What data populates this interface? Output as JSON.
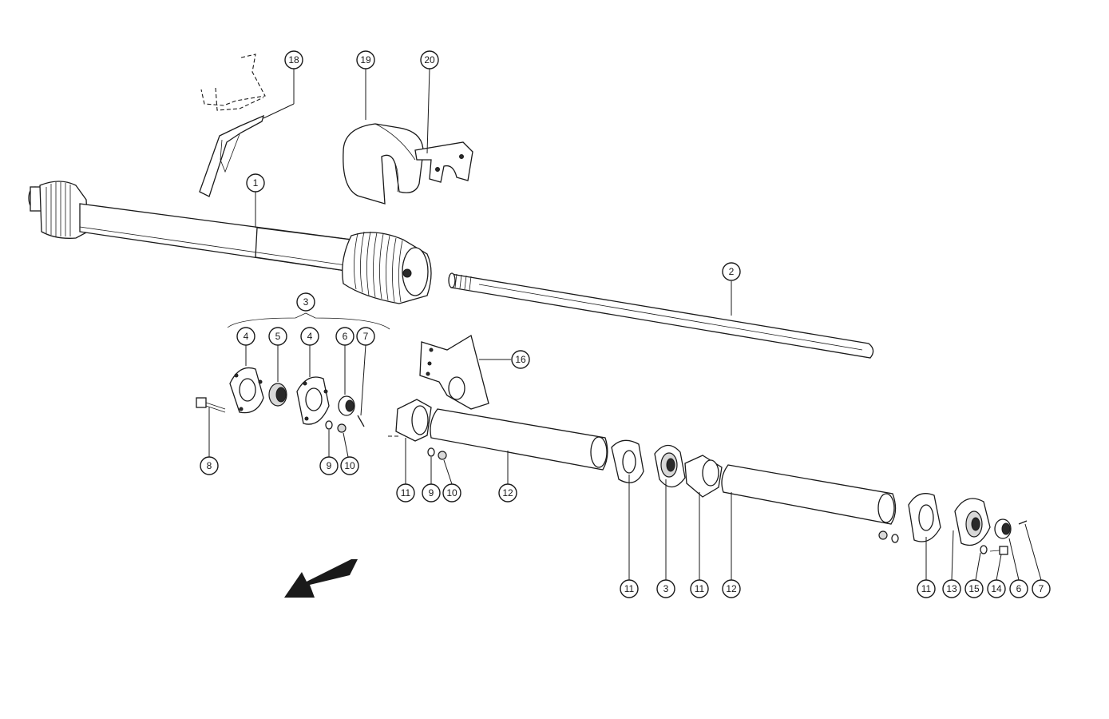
{
  "diagram": {
    "callouts": {
      "c1": "1",
      "c2": "2",
      "c3a": "3",
      "c3b": "3",
      "c4a": "4",
      "c4b": "4",
      "c5": "5",
      "c6a": "6",
      "c6b": "6",
      "c7a": "7",
      "c7b": "7",
      "c8": "8",
      "c9a": "9",
      "c9b": "9",
      "c10a": "10",
      "c10b": "10",
      "c11a": "11",
      "c11b": "11",
      "c11c": "11",
      "c11d": "11",
      "c12a": "12",
      "c12b": "12",
      "c13": "13",
      "c14": "14",
      "c15": "15",
      "c16": "16",
      "c18": "18",
      "c19": "19",
      "c20": "20"
    }
  }
}
